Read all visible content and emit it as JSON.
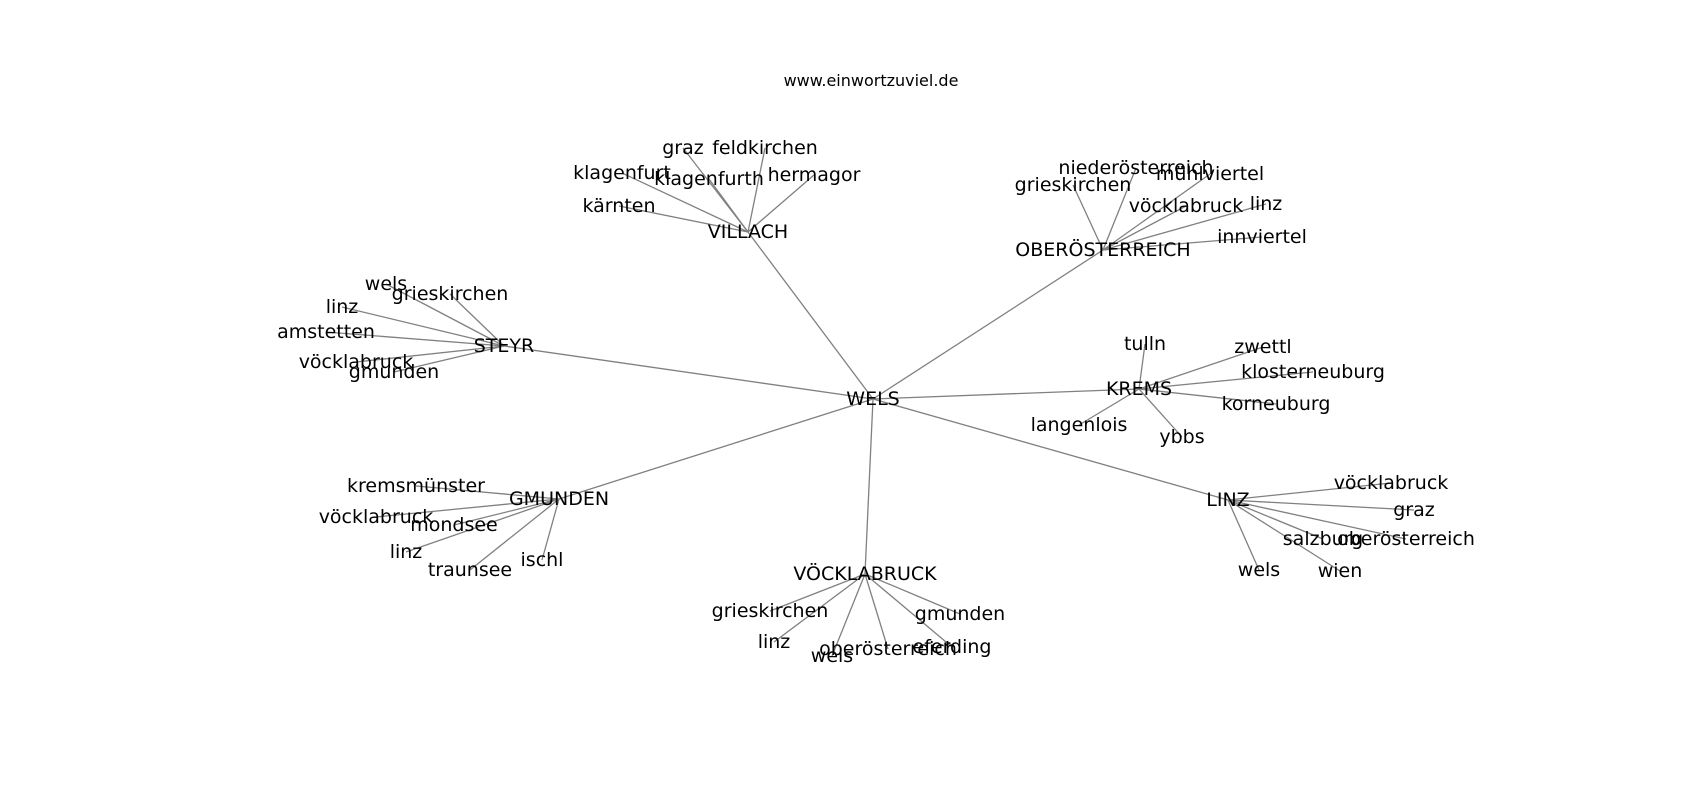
{
  "header": {
    "site": "www.einwortzuviel.de"
  },
  "colors": {
    "edge": "#808080",
    "text": "#000000",
    "background": "#ffffff"
  },
  "graph": {
    "root": "WELS",
    "clusters": [
      {
        "hub": "VILLACH",
        "children": [
          "graz",
          "feldkirchen",
          "klagenfurt",
          "klagenfurth",
          "hermagor",
          "kärnten"
        ]
      },
      {
        "hub": "OBERÖSTERREICH",
        "children": [
          "niederösterreich",
          "mühlviertel",
          "grieskirchen",
          "vöcklabruck",
          "linz",
          "innviertel"
        ]
      },
      {
        "hub": "STEYR",
        "children": [
          "wels",
          "grieskirchen",
          "linz",
          "amstetten",
          "vöcklabruck",
          "gmunden"
        ]
      },
      {
        "hub": "KREMS",
        "children": [
          "tulln",
          "zwettl",
          "klosterneuburg",
          "korneuburg",
          "langenlois",
          "ybbs"
        ]
      },
      {
        "hub": "GMUNDEN",
        "children": [
          "kremsmünster",
          "vöcklabruck",
          "mondsee",
          "linz",
          "traunsee",
          "ischl"
        ]
      },
      {
        "hub": "LINZ",
        "children": [
          "vöcklabruck",
          "graz",
          "salzburg",
          "oberösterreich",
          "wels",
          "wien"
        ]
      },
      {
        "hub": "VÖCKLABRUCK",
        "children": [
          "grieskirchen",
          "gmunden",
          "linz",
          "wels",
          "oberösterreich",
          "eferding"
        ]
      }
    ]
  }
}
